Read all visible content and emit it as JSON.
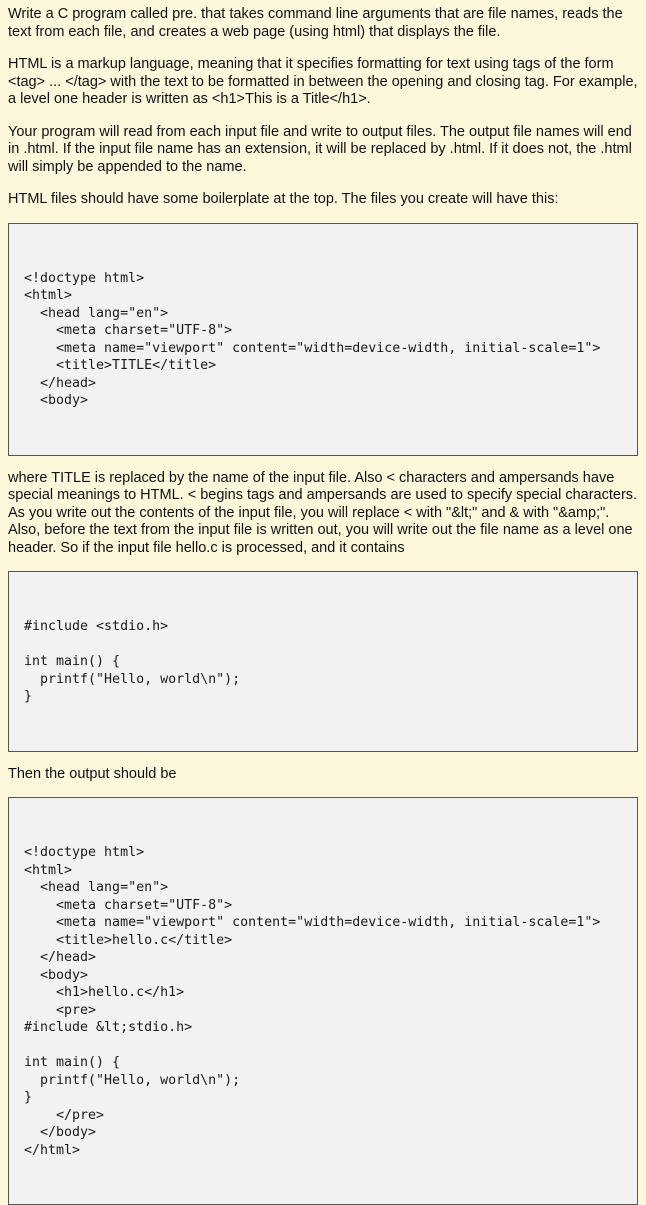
{
  "paragraphs": {
    "p1": "Write a C program called pre. that takes command line arguments that are file names, reads the text from each file, and creates a web page (using html) that displays the file.",
    "p2": "HTML is a markup language, meaning that it specifies formatting for text using tags of the form <tag> ... </tag> with the text to be formatted in between the opening and closing tag. For example, a level one header is written as <h1>This is a Title</h1>.",
    "p3": "Your program will read from each input file and write to output files. The output file names will end in .html. If the input file name has an extension, it will be replaced by .html. If it does not, the .html will simply be appended to the name.",
    "p4": "HTML files should have some boilerplate at the top. The files you create will have this:",
    "p5": "where TITLE is replaced by the name of the input file. Also < characters and ampersands have special meanings to HTML. < begins tags and ampersands are used to specify special characters. As you write out the contents of the input file, you will replace < with \"&lt;\" and & with \"&amp;\". Also, before the text from the input file is written out, you will write out the file name as a level one header. So if the input file hello.c is processed, and it contains",
    "p6": "Then the output should be"
  },
  "code_blocks": {
    "boilerplate": [
      "<!doctype html>",
      "<html>",
      "  <head lang=\"en\">",
      "    <meta charset=\"UTF-8\">",
      "    <meta name=\"viewport\" content=\"width=device-width, initial-scale=1\">",
      "    <title>TITLE</title>",
      "  </head>",
      "  <body>"
    ],
    "hello_source": [
      "#include <stdio.h>",
      "",
      "int main() {",
      "  printf(\"Hello, world\\n\");",
      "}"
    ],
    "expected_output": [
      "<!doctype html>",
      "<html>",
      "  <head lang=\"en\">",
      "    <meta charset=\"UTF-8\">",
      "    <meta name=\"viewport\" content=\"width=device-width, initial-scale=1\">",
      "    <title>hello.c</title>",
      "  </head>",
      "  <body>",
      "    <h1>hello.c</h1>",
      "    <pre>",
      "#include &lt;stdio.h>",
      "",
      "int main() {",
      "  printf(\"Hello, world\\n\");",
      "}",
      "    </pre>",
      "  </body>",
      "</html>"
    ]
  }
}
